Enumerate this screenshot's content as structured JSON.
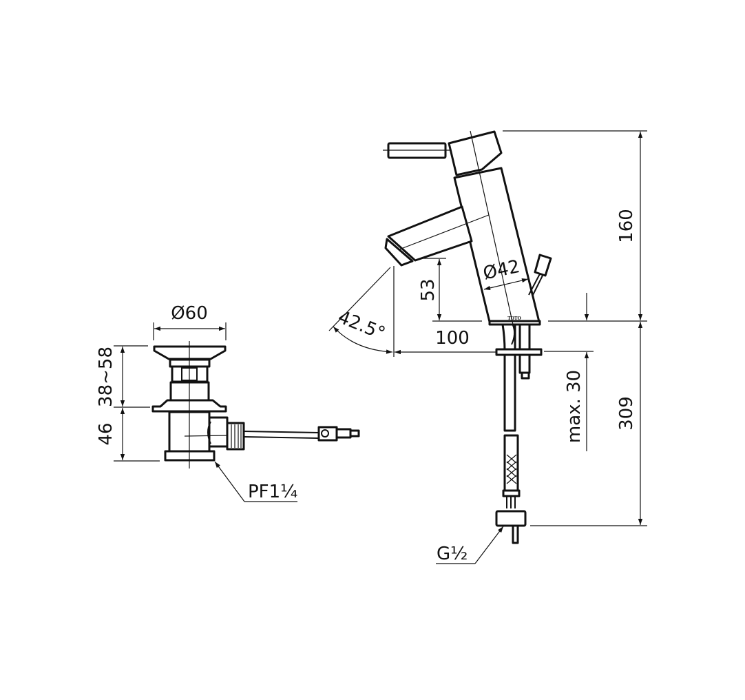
{
  "drain": {
    "diameter_label": "Ø60",
    "height_range_label": "38~58",
    "height_label": "46",
    "thread_label": "PF1¼"
  },
  "faucet": {
    "body_diameter_label": "Ø42",
    "spout_height_label": "53",
    "angle_label": "42.5°",
    "reach_label": "100",
    "height_label": "160",
    "below_height_label": "309",
    "max_thickness_label": "max. 30",
    "connection_label": "G½",
    "logo": "TOTO"
  }
}
